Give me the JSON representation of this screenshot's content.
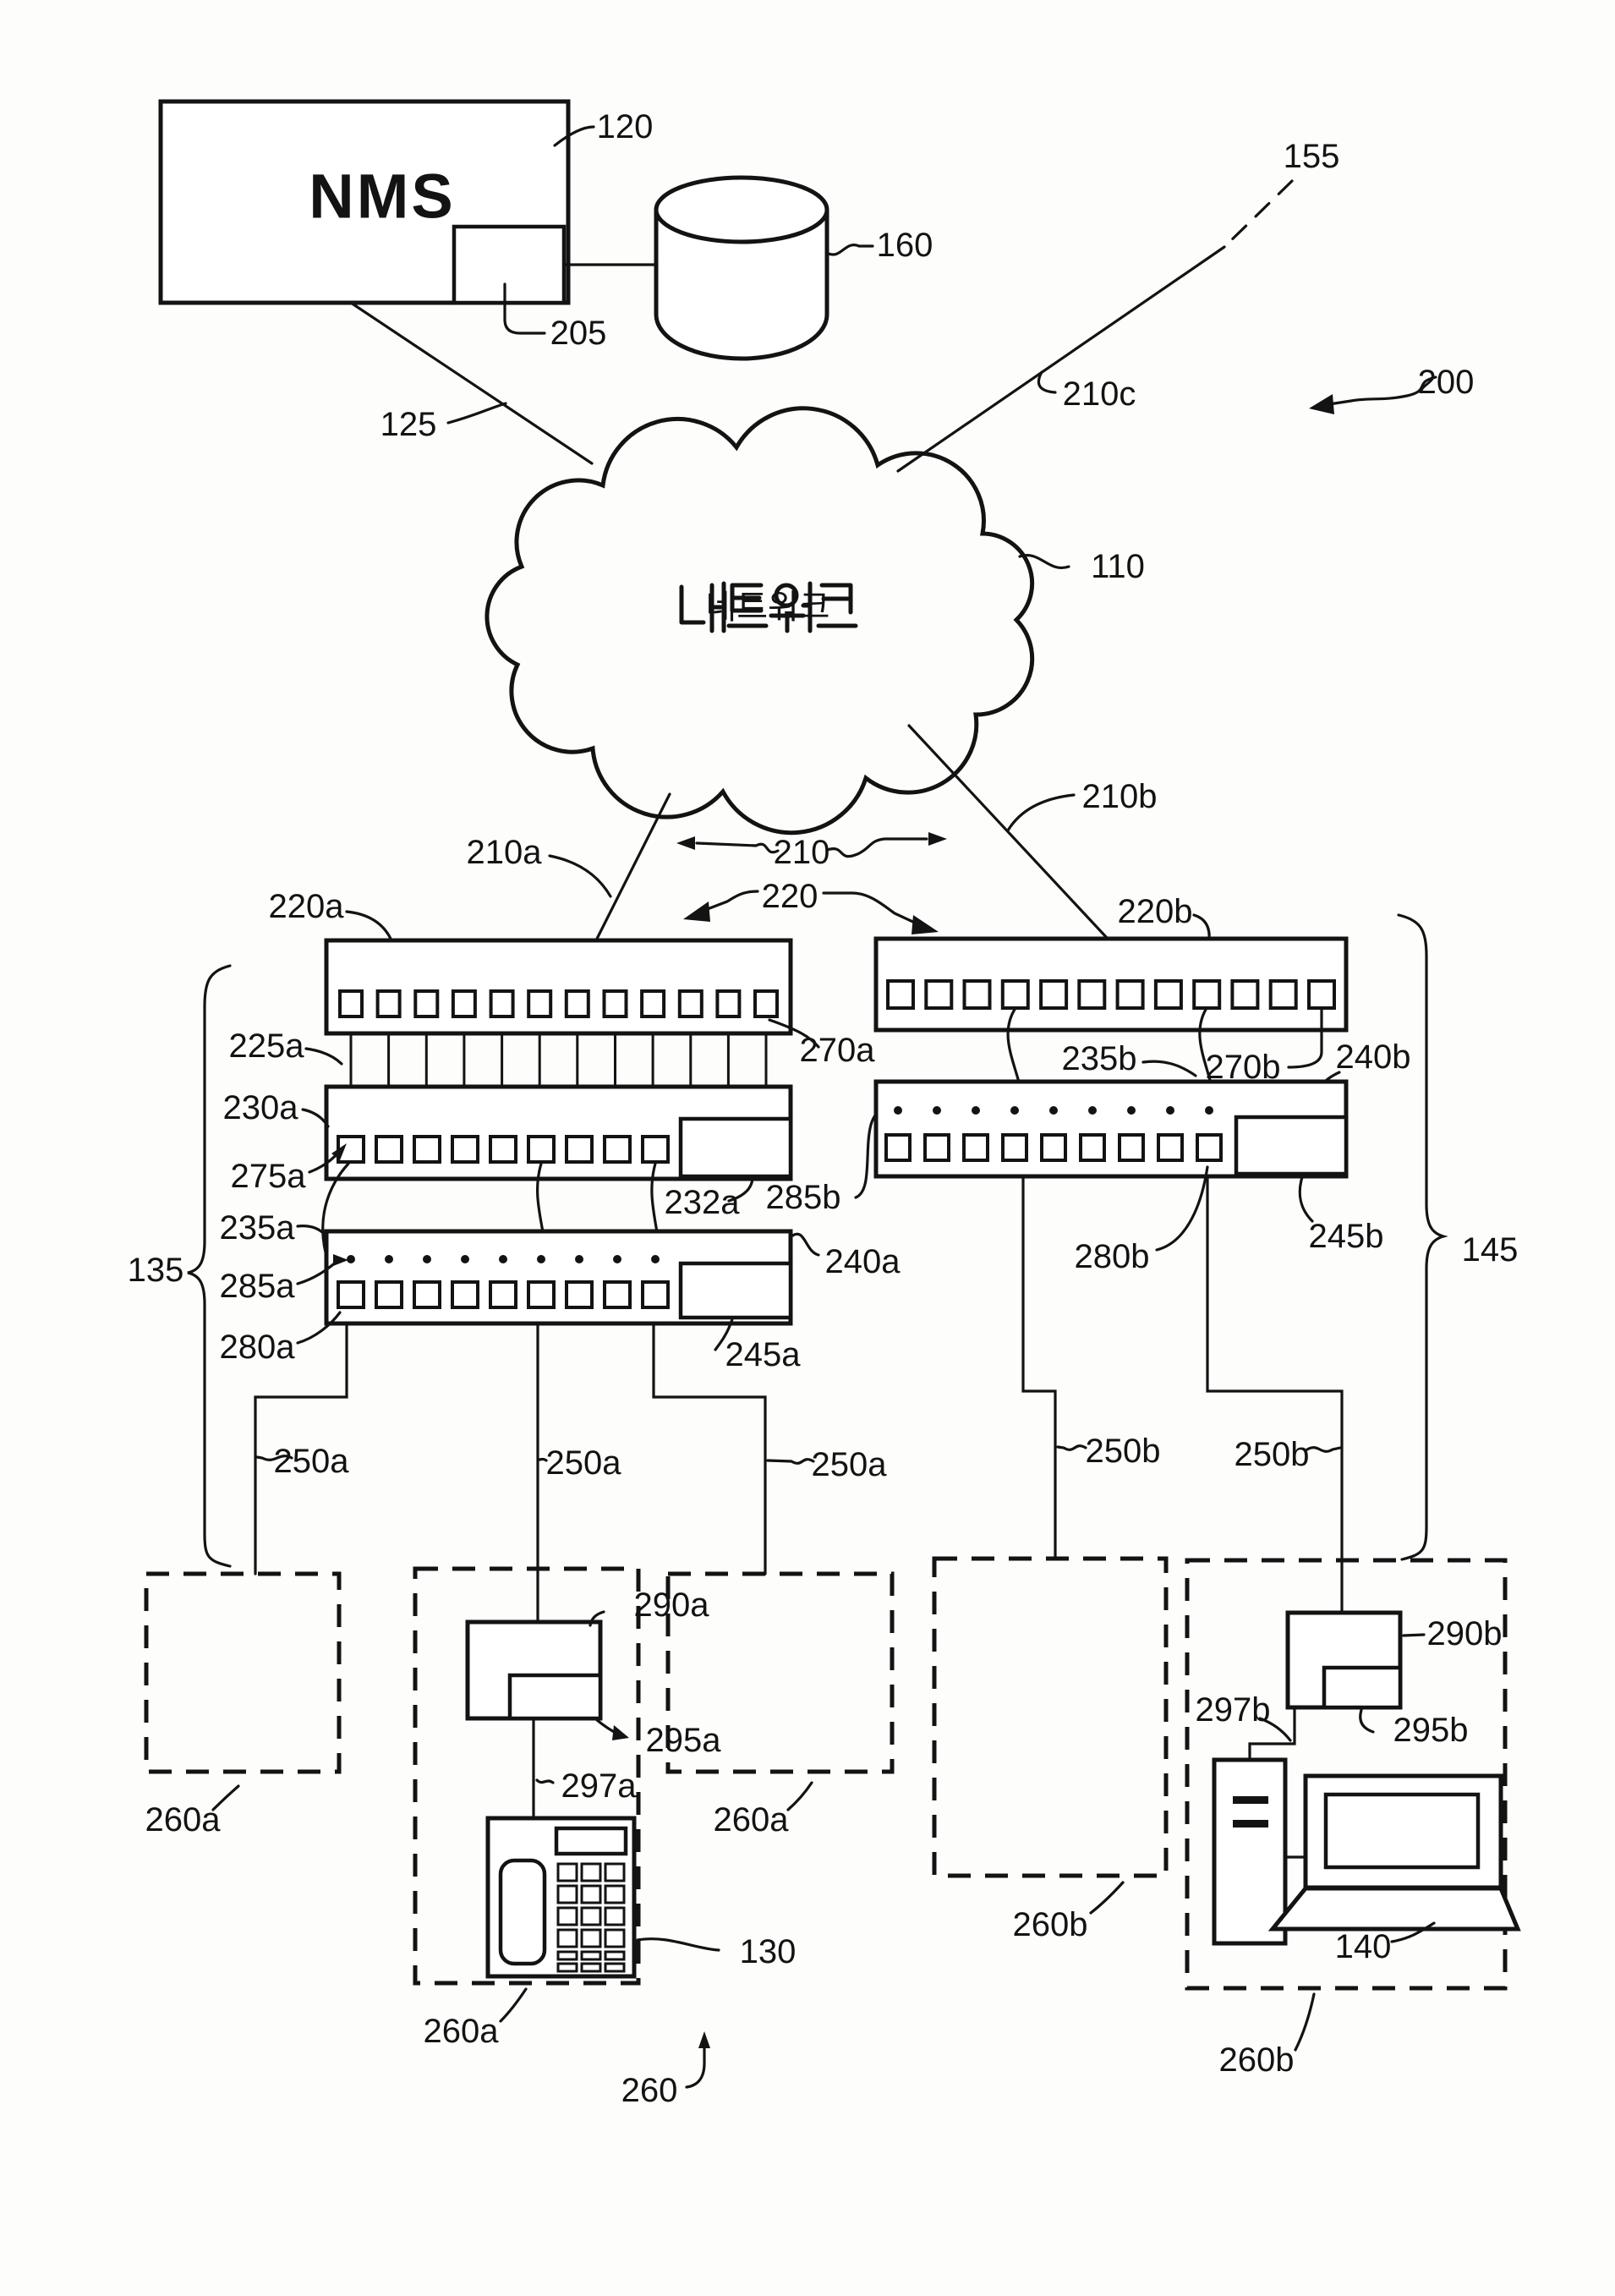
{
  "labels": {
    "nms": "NMS",
    "network": "네트워크",
    "r120": "120",
    "r205": "205",
    "r160": "160",
    "r155": "155",
    "r125": "125",
    "r210c": "210c",
    "r200": "200",
    "r110": "110",
    "r210a": "210a",
    "r210b": "210b",
    "r210": "210",
    "r220": "220",
    "r220a": "220a",
    "r220b": "220b",
    "r225a": "225a",
    "r270a": "270a",
    "r230a": "230a",
    "r275a": "275a",
    "r235a": "235a",
    "r285a": "285a",
    "r280a": "280a",
    "r232a": "232a",
    "r285b": "285b",
    "r240a": "240a",
    "r245a": "245a",
    "r135": "135",
    "r235b": "235b",
    "r270b": "270b",
    "r240b": "240b",
    "r280b": "280b",
    "r245b": "245b",
    "r145": "145",
    "r250a": "250a",
    "r250b": "250b",
    "r290a": "290a",
    "r295a": "295a",
    "r297a": "297a",
    "r130": "130",
    "r290b": "290b",
    "r295b": "295b",
    "r297b": "297b",
    "r140": "140",
    "r260a": "260a",
    "r260b": "260b",
    "r260": "260"
  },
  "structure": {
    "switch_port_count": 12,
    "card_port_count": 9,
    "card_dot_count": 9,
    "keypad_rows": 4,
    "keypad_cols": 3,
    "soft_key_rows": 2,
    "soft_key_cols": 3
  }
}
